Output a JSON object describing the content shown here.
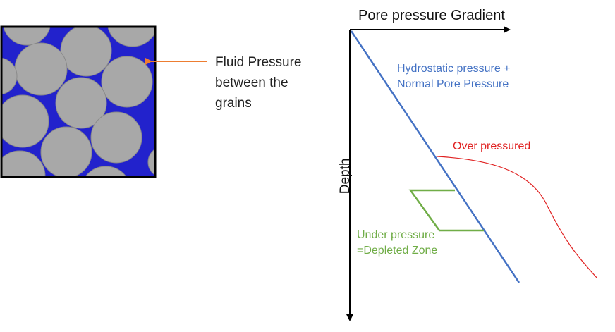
{
  "fluid_label": {
    "lines": [
      "Fluid Pressure",
      "between the",
      "grains"
    ]
  },
  "axis": {
    "x_title": "Pore pressure Gradient",
    "y_title": "Depth"
  },
  "curves": {
    "hydrostatic": {
      "lines": [
        "Hydrostatic pressure +",
        "Normal Pore Pressure"
      ],
      "color": "#4472c4"
    },
    "over": {
      "label": "Over pressured",
      "color": "#e02020"
    },
    "under": {
      "lines": [
        "Under pressure",
        "=Depleted Zone"
      ],
      "color": "#70ad47"
    }
  },
  "colors": {
    "fluid": "#2222cc",
    "grain": "#a8a8a8",
    "arrow": "#ed7d31",
    "axis": "#000000"
  }
}
